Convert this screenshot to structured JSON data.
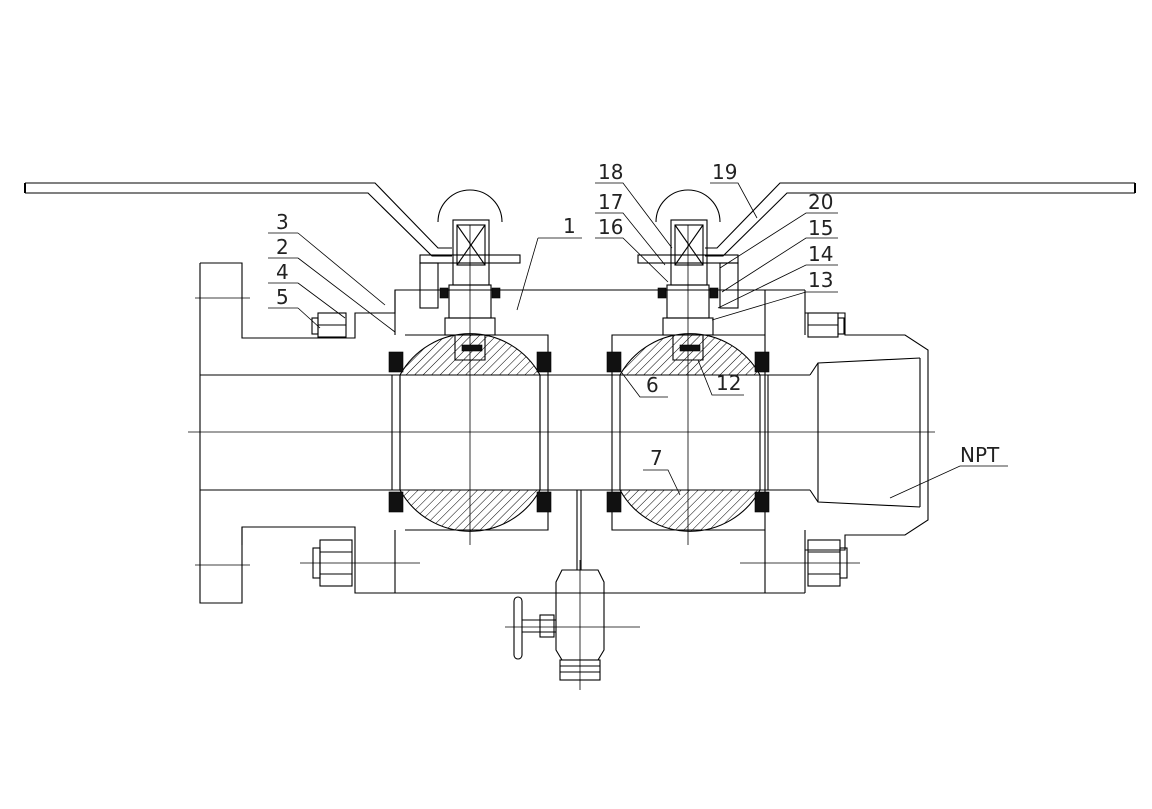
{
  "callouts": [
    {
      "id": "c1",
      "text": "1"
    },
    {
      "id": "c2",
      "text": "2"
    },
    {
      "id": "c3",
      "text": "3"
    },
    {
      "id": "c4",
      "text": "4"
    },
    {
      "id": "c5",
      "text": "5"
    },
    {
      "id": "c6",
      "text": "6"
    },
    {
      "id": "c7",
      "text": "7"
    },
    {
      "id": "c12",
      "text": "12"
    },
    {
      "id": "c13",
      "text": "13"
    },
    {
      "id": "c14",
      "text": "14"
    },
    {
      "id": "c15",
      "text": "15"
    },
    {
      "id": "c16",
      "text": "16"
    },
    {
      "id": "c17",
      "text": "17"
    },
    {
      "id": "c18",
      "text": "18"
    },
    {
      "id": "c19",
      "text": "19"
    },
    {
      "id": "c20",
      "text": "20"
    },
    {
      "id": "npt",
      "text": "NPT"
    }
  ]
}
